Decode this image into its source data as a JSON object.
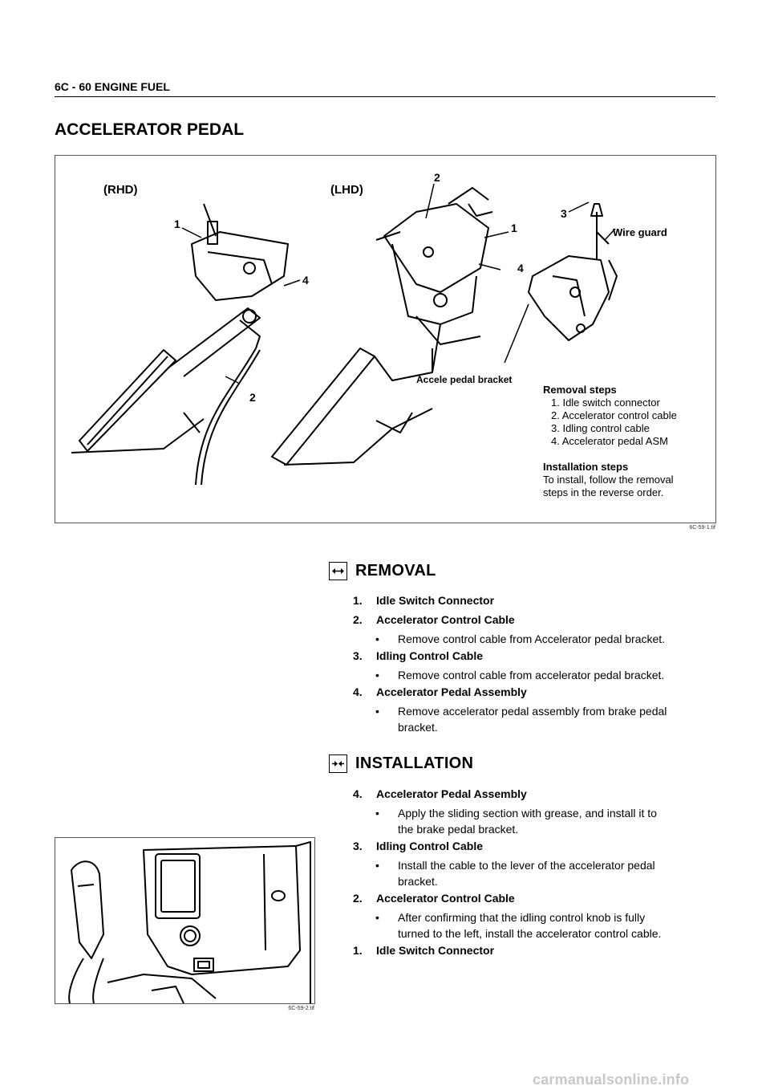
{
  "header": {
    "text": "6C - 60  ENGINE FUEL"
  },
  "page_title": "ACCELERATOR PEDAL",
  "figure1": {
    "label_rhd": "(RHD)",
    "label_lhd": "(LHD)",
    "callouts": [
      "1",
      "4",
      "2",
      "2",
      "1",
      "4",
      "3"
    ],
    "wire_guard": "Wire guard",
    "bracket_label": "Accele pedal bracket",
    "removal_steps_title": "Removal steps",
    "removal_steps": [
      "1. Idle switch connector",
      "2. Accelerator control cable",
      "3. Idling control cable",
      "4. Accelerator pedal ASM"
    ],
    "installation_steps_title": "Installation steps",
    "installation_lines": [
      "To install, follow the removal",
      "steps in the reverse order."
    ],
    "caption": "6C-59-1.tif"
  },
  "removal": {
    "title": "REMOVAL",
    "icon": "arrows-apart-icon",
    "items": [
      {
        "num": "1.",
        "label": "Idle Switch Connector"
      },
      {
        "num": "2.",
        "label": "Accelerator Control Cable",
        "bullet": "Remove control cable from Accelerator pedal bracket."
      },
      {
        "num": "3.",
        "label": "Idling Control Cable",
        "bullet": "Remove control cable from accelerator pedal bracket."
      },
      {
        "num": "4.",
        "label": "Accelerator Pedal Assembly",
        "bullet_lines": [
          "Remove accelerator pedal assembly from brake pedal",
          "bracket."
        ]
      }
    ]
  },
  "installation": {
    "title": "INSTALLATION",
    "icon": "arrows-together-icon",
    "items": [
      {
        "num": "4.",
        "label": "Accelerator Pedal Assembly",
        "bullet_lines": [
          "Apply the sliding section with grease, and install it to",
          "the brake pedal bracket."
        ]
      },
      {
        "num": "3.",
        "label": "Idling Control Cable",
        "bullet_lines": [
          "Install the cable to the lever of the accelerator pedal",
          "bracket."
        ]
      },
      {
        "num": "2.",
        "label": "Accelerator Control Cable",
        "bullet_lines": [
          "After confirming that the idling control knob is fully",
          "turned to the left, install the accelerator control cable."
        ]
      },
      {
        "num": "1.",
        "label": "Idle Switch Connector"
      }
    ]
  },
  "figure2": {
    "caption": "6C-59-2.tif"
  },
  "watermark": "carmanualsonline.info",
  "bullet_char": "•"
}
